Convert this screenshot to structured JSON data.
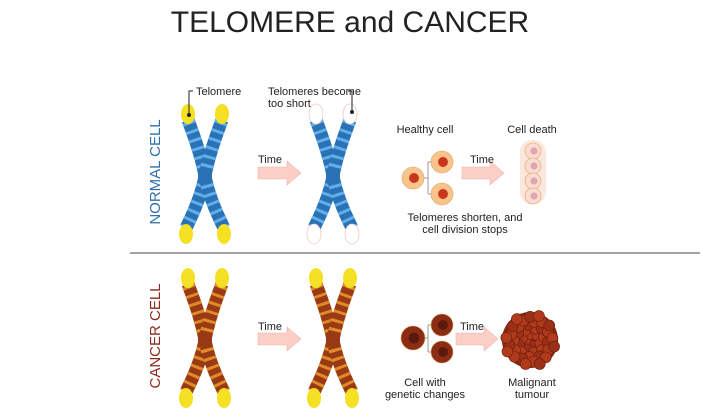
{
  "title": "TELOMERE and CANCER",
  "normal": {
    "label": "NORMAL CELL",
    "telomere_label": "Telomere",
    "short_label_1": "Telomeres become",
    "short_label_2": "too short",
    "time_1": "Time",
    "time_2": "Time",
    "healthy_cell": "Healthy cell",
    "cell_death": "Cell death",
    "caption_1": "Telomeres shorten, and",
    "caption_2": "cell division stops"
  },
  "cancer": {
    "label": "CANCER CELL",
    "time_1": "Time",
    "time_2": "Time",
    "cell_label_1": "Cell with",
    "cell_label_2": "genetic changes",
    "tumour_label_1": "Malignant",
    "tumour_label_2": "tumour"
  },
  "colors": {
    "normal_blue": "#2a72b5",
    "normal_stripe": "#5fb0e8",
    "cancer_brown": "#9a3a14",
    "cancer_stripe": "#e08a2a",
    "telomere_yellow": "#f5e024",
    "arrow_pink": "#f9cfc6",
    "normal_label": "#2f6fa8",
    "cancer_label": "#8b2a1a"
  }
}
